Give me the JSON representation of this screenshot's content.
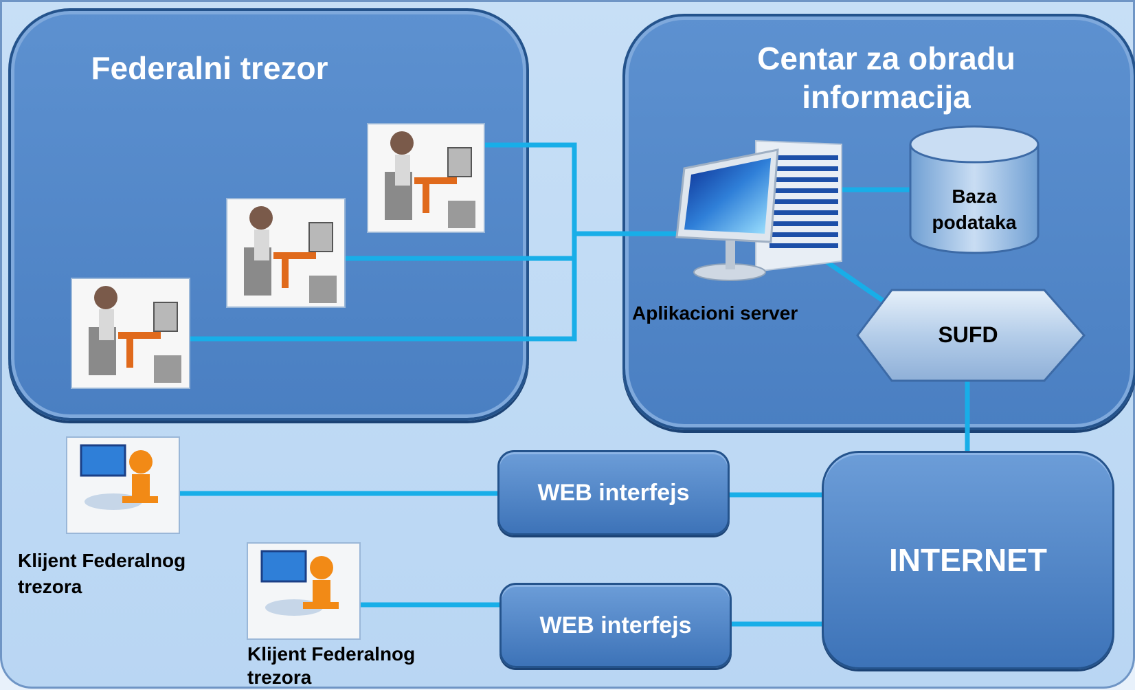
{
  "federalni_trezor": {
    "title": "Federalni trezor"
  },
  "centar": {
    "title_line1": "Centar za obradu",
    "title_line2": "informacija",
    "server_label": "Aplikacioni server",
    "db_line1": "Baza",
    "db_line2": "podataka",
    "sufd_label": "SUFD"
  },
  "internet": {
    "label": "INTERNET"
  },
  "web_interfaces": [
    {
      "label": "WEB interfejs"
    },
    {
      "label": "WEB interfejs"
    }
  ],
  "clients": [
    {
      "line1": "Klijent Federalnog",
      "line2": "trezora"
    },
    {
      "line1": "Klijent Federalnog",
      "line2": "trezora"
    }
  ],
  "colors": {
    "connector": "#18aee8",
    "panel_fill": "#4f86c9",
    "panel_border": "#24538c",
    "background": "#bcd8f4"
  },
  "icons": [
    "operator-workstation-icon",
    "server-computer-icon",
    "database-cylinder-icon",
    "web-client-icon"
  ]
}
